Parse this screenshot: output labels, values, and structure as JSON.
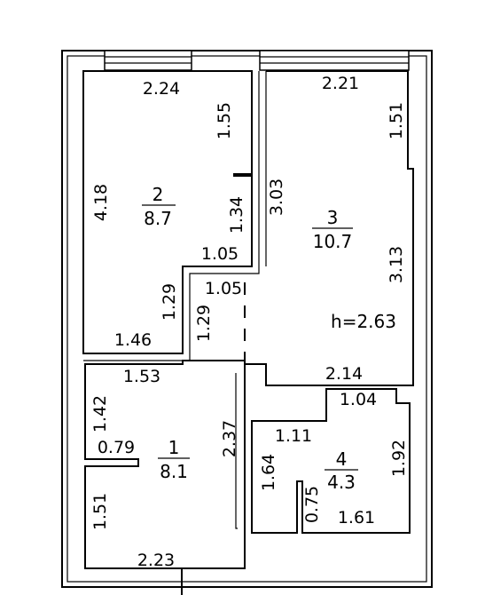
{
  "rooms": [
    {
      "number": "1",
      "area": "8.1"
    },
    {
      "number": "2",
      "area": "8.7"
    },
    {
      "number": "3",
      "area": "10.7"
    },
    {
      "number": "4",
      "area": "4.3"
    }
  ],
  "height_label": "h=2.63",
  "dims": {
    "r2_top": "2.24",
    "r2_right_upper": "1.55",
    "r2_left": "4.18",
    "r2_right_mid": "1.34",
    "r2_bottom_step": "1.29",
    "r2_bottom": "1.46",
    "corridor_top": "1.05",
    "corridor_bottom": "1.05",
    "corridor_left": "1.29",
    "r3_top": "2.21",
    "r3_right_upper": "1.51",
    "r3_left": "3.03",
    "r3_right": "3.13",
    "r3_bottom": "2.14",
    "r1_top": "1.53",
    "r1_left_upper": "1.42",
    "r1_niche": "0.79",
    "r1_right": "2.37",
    "r1_left_lower": "1.51",
    "r1_bottom": "2.23",
    "r4_top": "1.04",
    "r4_inner": "1.11",
    "r4_left": "1.64",
    "r4_right": "1.92",
    "r4_niche": "0.75",
    "r4_bottom": "1.61"
  }
}
